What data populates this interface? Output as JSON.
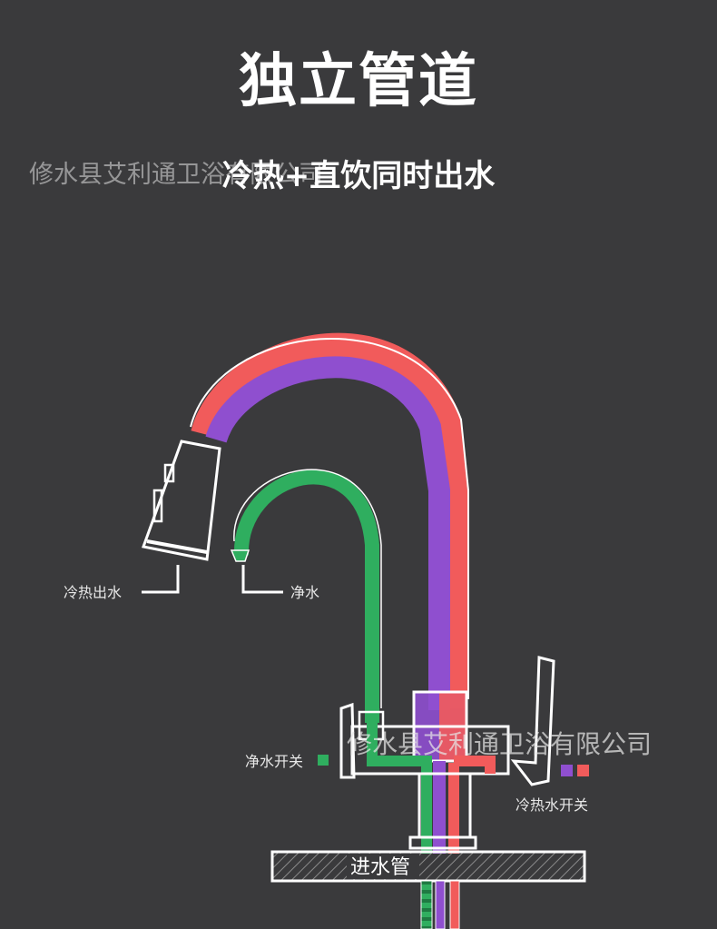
{
  "title": "独立管道",
  "subtitle": "冷热+直饮同时出水",
  "watermark": "修水县艾利通卫浴有限公司",
  "watermark_partial": "修水县艾利通卫浴有限公司",
  "labels": {
    "hot_cold_outlet": "冷热出水",
    "purified_water": "净水",
    "purified_switch": "净水开关",
    "hot_cold_switch": "冷热水开关",
    "inlet_pipe": "进水管"
  },
  "colors": {
    "background": "#3a3a3c",
    "hot": "#f15b5b",
    "cold": "#8f4fcf",
    "purified": "#2fae5f",
    "outline": "#ffffff"
  }
}
